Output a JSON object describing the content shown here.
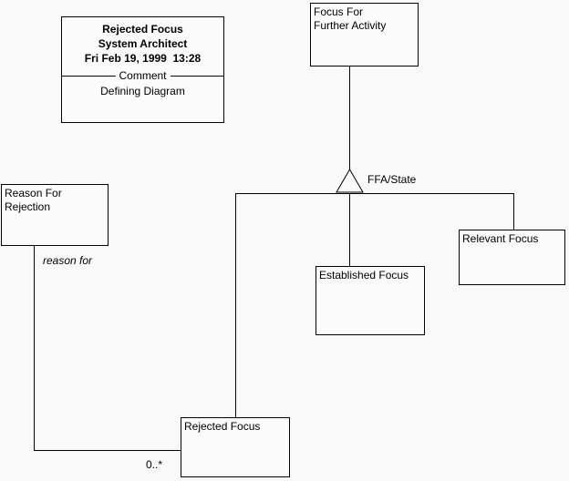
{
  "diagram": {
    "title_box": {
      "line1": "Rejected Focus",
      "line2": "System Architect",
      "line3": "Fri Feb 19, 1999  13:28",
      "divider_label": "Comment",
      "line4": "Defining Diagram"
    },
    "nodes": {
      "ffa": {
        "label": "Focus For\nFurther Activity"
      },
      "reason": {
        "label": "Reason For\nRejection"
      },
      "established": {
        "label": "Established Focus"
      },
      "relevant": {
        "label": "Relevant Focus"
      },
      "rejected": {
        "label": "Rejected Focus"
      }
    },
    "labels": {
      "generalization": "FFA/State",
      "association_role": "reason for",
      "multiplicity": "0..*"
    },
    "colors": {
      "line": "#000000",
      "background": "#f9f9f9",
      "box_fill": "#fbfbfb",
      "text": "#000000"
    }
  }
}
